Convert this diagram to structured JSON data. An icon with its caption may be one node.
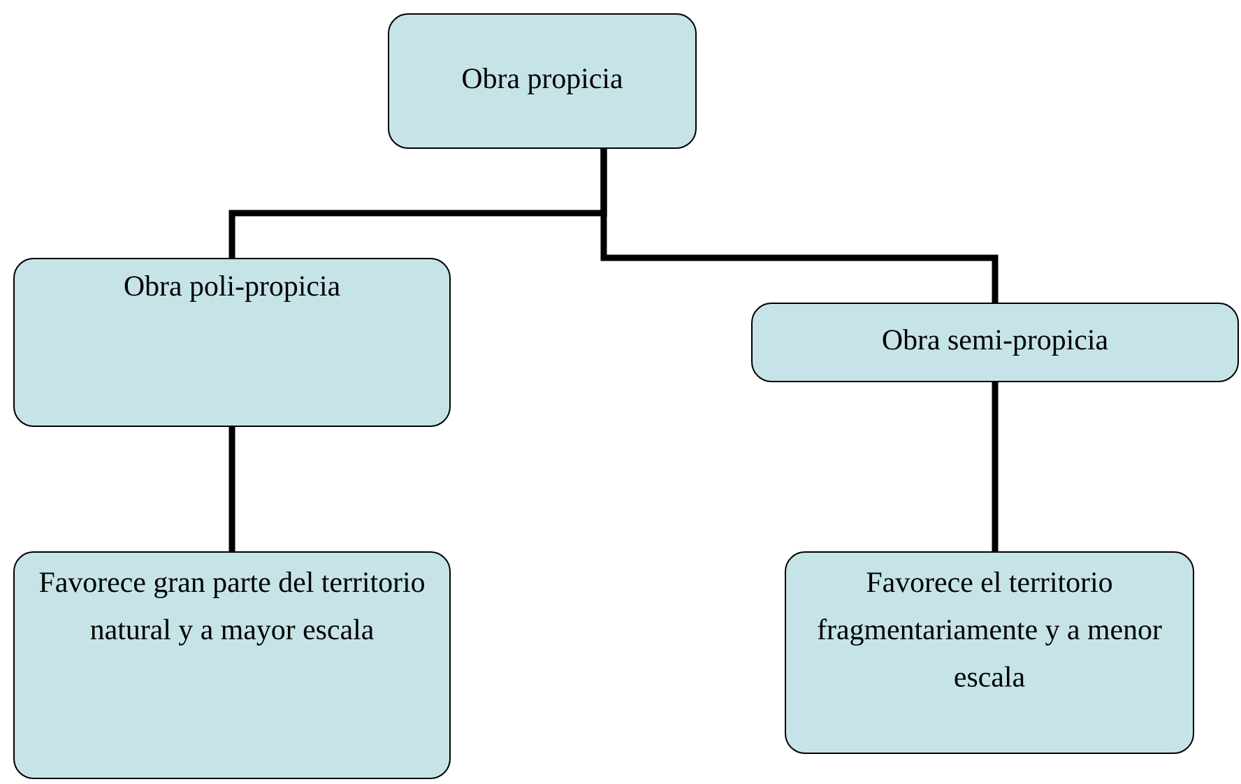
{
  "diagram": {
    "nodes": [
      {
        "text": [
          "Obra propicia"
        ]
      },
      {
        "text": [
          "Obra poli-propicia"
        ]
      },
      {
        "text": [
          "Obra semi-propicia"
        ]
      },
      {
        "text": [
          "Favorece gran parte del territorio natural y a mayor escala"
        ]
      },
      {
        "text": [
          "Favorece el territorio fragmentariamente y a menor escala"
        ]
      }
    ],
    "edges": [
      {
        "from": 0,
        "to": 1,
        "arrow": "none"
      },
      {
        "from": 0,
        "to": 2,
        "arrow": "none"
      },
      {
        "from": 1,
        "to": 3,
        "arrow": "none"
      },
      {
        "from": 2,
        "to": 4,
        "arrow": "none"
      }
    ]
  }
}
